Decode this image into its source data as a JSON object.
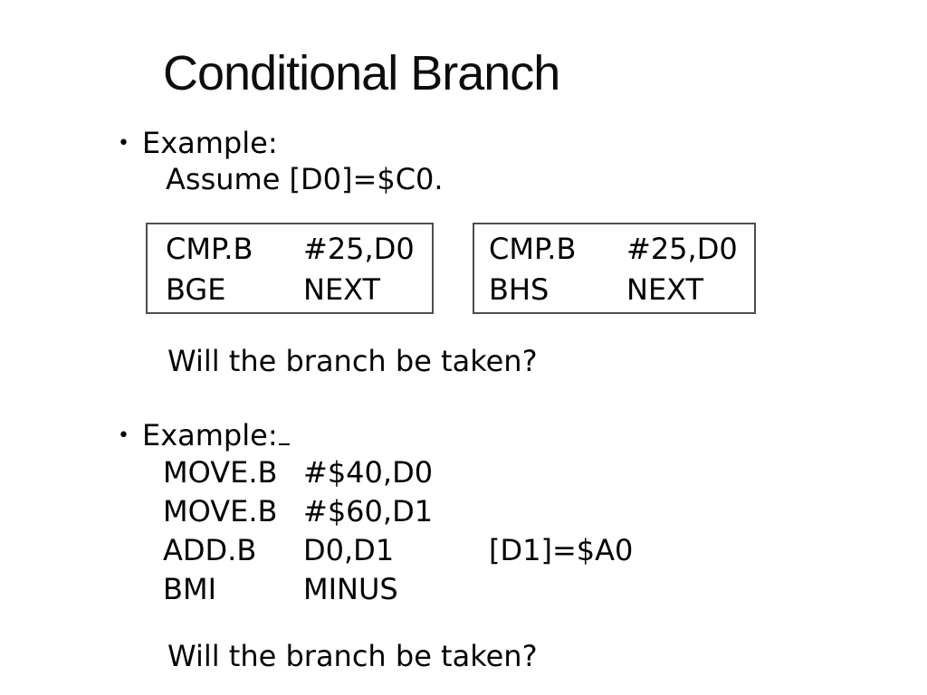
{
  "slide": {
    "title": "Conditional Branch",
    "bullet_char": "•",
    "example1": {
      "label": "Example:",
      "assumption": "Assume [D0]=$C0.",
      "boxes": [
        {
          "lines": [
            {
              "mnemonic": "CMP.B",
              "operand": "#25,D0"
            },
            {
              "mnemonic": "BGE",
              "operand": "NEXT"
            }
          ]
        },
        {
          "lines": [
            {
              "mnemonic": "CMP.B",
              "operand": "#25,D0"
            },
            {
              "mnemonic": "BHS",
              "operand": "NEXT"
            }
          ]
        }
      ],
      "question": "Will the branch be taken?"
    },
    "example2": {
      "label": "Example:",
      "code": [
        {
          "mnemonic": "MOVE.B",
          "operand": "#$40,D0",
          "comment": ""
        },
        {
          "mnemonic": "MOVE.B",
          "operand": "#$60,D1",
          "comment": ""
        },
        {
          "mnemonic": "ADD.B",
          "operand": "D0,D1",
          "comment": "[D1]=$A0"
        },
        {
          "mnemonic": "BMI",
          "operand": "MINUS",
          "comment": ""
        }
      ],
      "question": "Will the branch be taken?"
    }
  }
}
